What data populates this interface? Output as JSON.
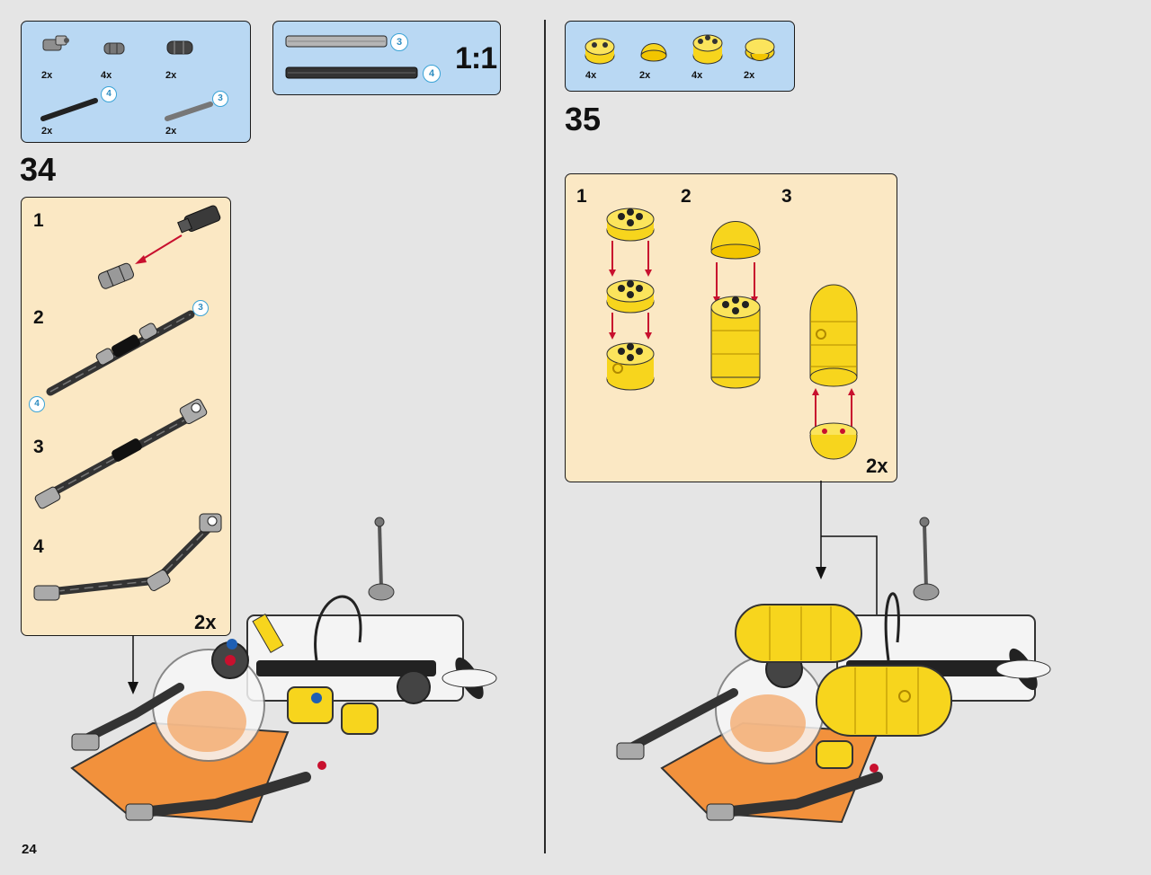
{
  "page": {
    "number": "24"
  },
  "left_parts_box": {
    "items": [
      {
        "qty": "2x",
        "icon": "axle-connector-icon"
      },
      {
        "qty": "4x",
        "icon": "pin-connector-icon"
      },
      {
        "qty": "2x",
        "icon": "bushing-icon"
      },
      {
        "qty": "2x",
        "icon": "axle-icon",
        "length": "4"
      },
      {
        "qty": "2x",
        "icon": "axle-icon",
        "length": "3"
      }
    ]
  },
  "scale_box": {
    "label": "1:1",
    "axle_lengths": [
      "3",
      "4"
    ]
  },
  "right_parts_box": {
    "items": [
      {
        "qty": "4x",
        "icon": "round-brick-icon"
      },
      {
        "qty": "2x",
        "icon": "dome-icon"
      },
      {
        "qty": "4x",
        "icon": "round-brick-icon"
      },
      {
        "qty": "2x",
        "icon": "round-plate-icon"
      }
    ]
  },
  "step34": {
    "number": "34",
    "substeps": [
      "1",
      "2",
      "3",
      "4"
    ],
    "axle_labels": [
      "3",
      "4"
    ],
    "multiplier": "2x"
  },
  "step35": {
    "number": "35",
    "substeps": [
      "1",
      "2",
      "3"
    ],
    "multiplier": "2x"
  },
  "colors": {
    "background": "#e5e5e5",
    "parts_box": "#b9d8f3",
    "callout_box": "#fbe8c4",
    "brick_yellow": "#f7d51d",
    "arrow_red": "#c8102e",
    "badge_blue": "#3aa3d6"
  }
}
